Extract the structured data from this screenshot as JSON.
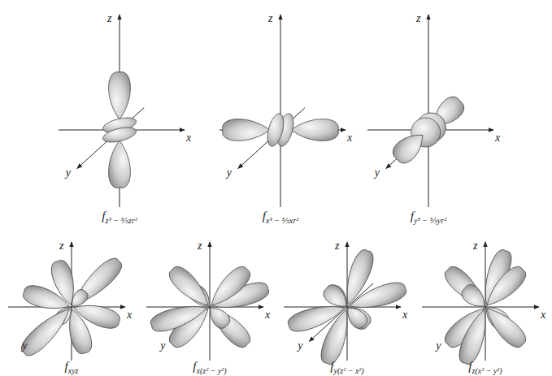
{
  "diagram": {
    "labels": [
      "z",
      "x",
      "y",
      "f",
      "z³ − ⅗zr²",
      "z",
      "x",
      "y",
      "f",
      "x³ − ⅗xr²",
      "z",
      "x",
      "y",
      "f",
      "y³ − ⅗yr²",
      "z",
      "x",
      "y",
      "f",
      "xyz",
      "z",
      "x",
      "y",
      "f",
      "x(z² − y²)",
      "z",
      "x",
      "y",
      "f",
      "y(z² − x²)",
      "z",
      "x",
      "y",
      "f",
      "z(x² − y²)"
    ]
  }
}
